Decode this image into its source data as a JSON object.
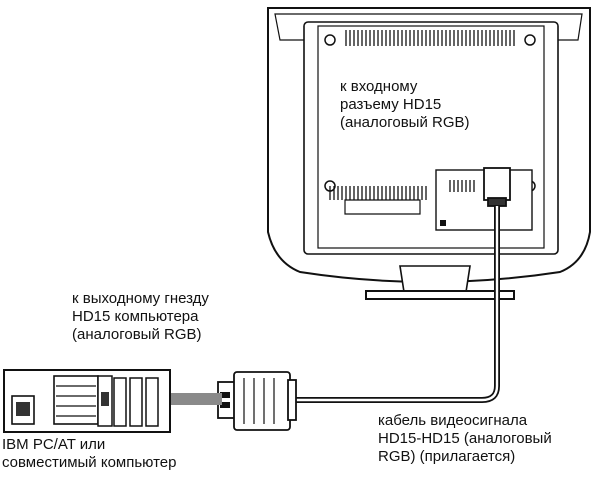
{
  "labels": {
    "monitor_input": [
      "к входному",
      "разъему HD15",
      "(аналоговый RGB)"
    ],
    "computer_output": [
      "к выходному гнезду",
      "HD15 компьютера",
      "(аналоговый RGB)"
    ],
    "cable": [
      "кабель видеосигнала",
      "HD15-HD15 (аналоговый",
      "RGB) (прилагается)"
    ],
    "computer": [
      "IBM PC/AT или",
      "совместимый компьютер"
    ]
  },
  "colors": {
    "line": "#111111",
    "fill": "#ffffff",
    "dark": "#333333",
    "arrow": "#8a8a8a"
  }
}
